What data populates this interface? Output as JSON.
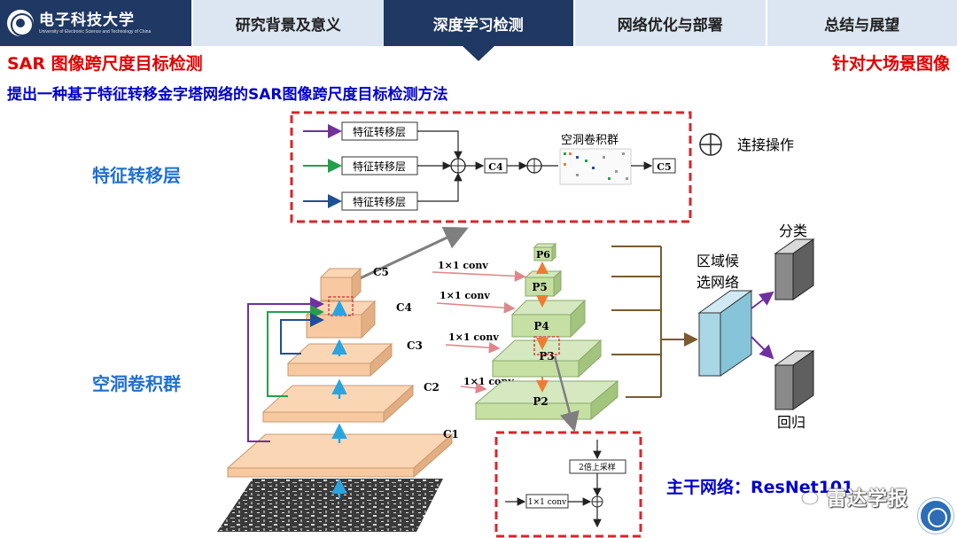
{
  "header": {
    "logo_name": "电子科技大学",
    "logo_sub": "University of Electronic Science and Technology of China",
    "tabs": [
      {
        "label": "研究背景及意义",
        "active": false
      },
      {
        "label": "深度学习检测",
        "active": true
      },
      {
        "label": "网络优化与部署",
        "active": false
      },
      {
        "label": "总结与展望",
        "active": false
      }
    ]
  },
  "slide": {
    "title_left": "SAR 图像跨尺度目标检测",
    "title_right": "针对大场景图像",
    "subtitle": "提出一种基于特征转移金字塔网络的SAR图像跨尺度目标检测方法",
    "label_feature_transfer": "特征转移层",
    "label_dilated_group": "空洞卷积群",
    "label_backbone": "主干网络：ResNet101"
  },
  "diagram": {
    "feature_transfer_layer": "特征转移层",
    "c4": "C4",
    "c5": "C5",
    "dilated_group": "空洞卷积群",
    "concat_op": "连接操作",
    "c_levels": [
      "C1",
      "C2",
      "C3",
      "C4",
      "C5"
    ],
    "p_levels": [
      "P2",
      "P3",
      "P4",
      "P5",
      "P6"
    ],
    "conv_label": "1×1 conv",
    "rpn": "区域候选网络",
    "classify": "分类",
    "regress": "回归",
    "upsample": "2倍上采样",
    "accent_red": "#d9252b",
    "backbone_color": "#f8c9a0",
    "pyramid_color": "#c6e0a4",
    "rpn_color": "#a9d7e6"
  },
  "watermark": {
    "text": "雷达学报"
  }
}
